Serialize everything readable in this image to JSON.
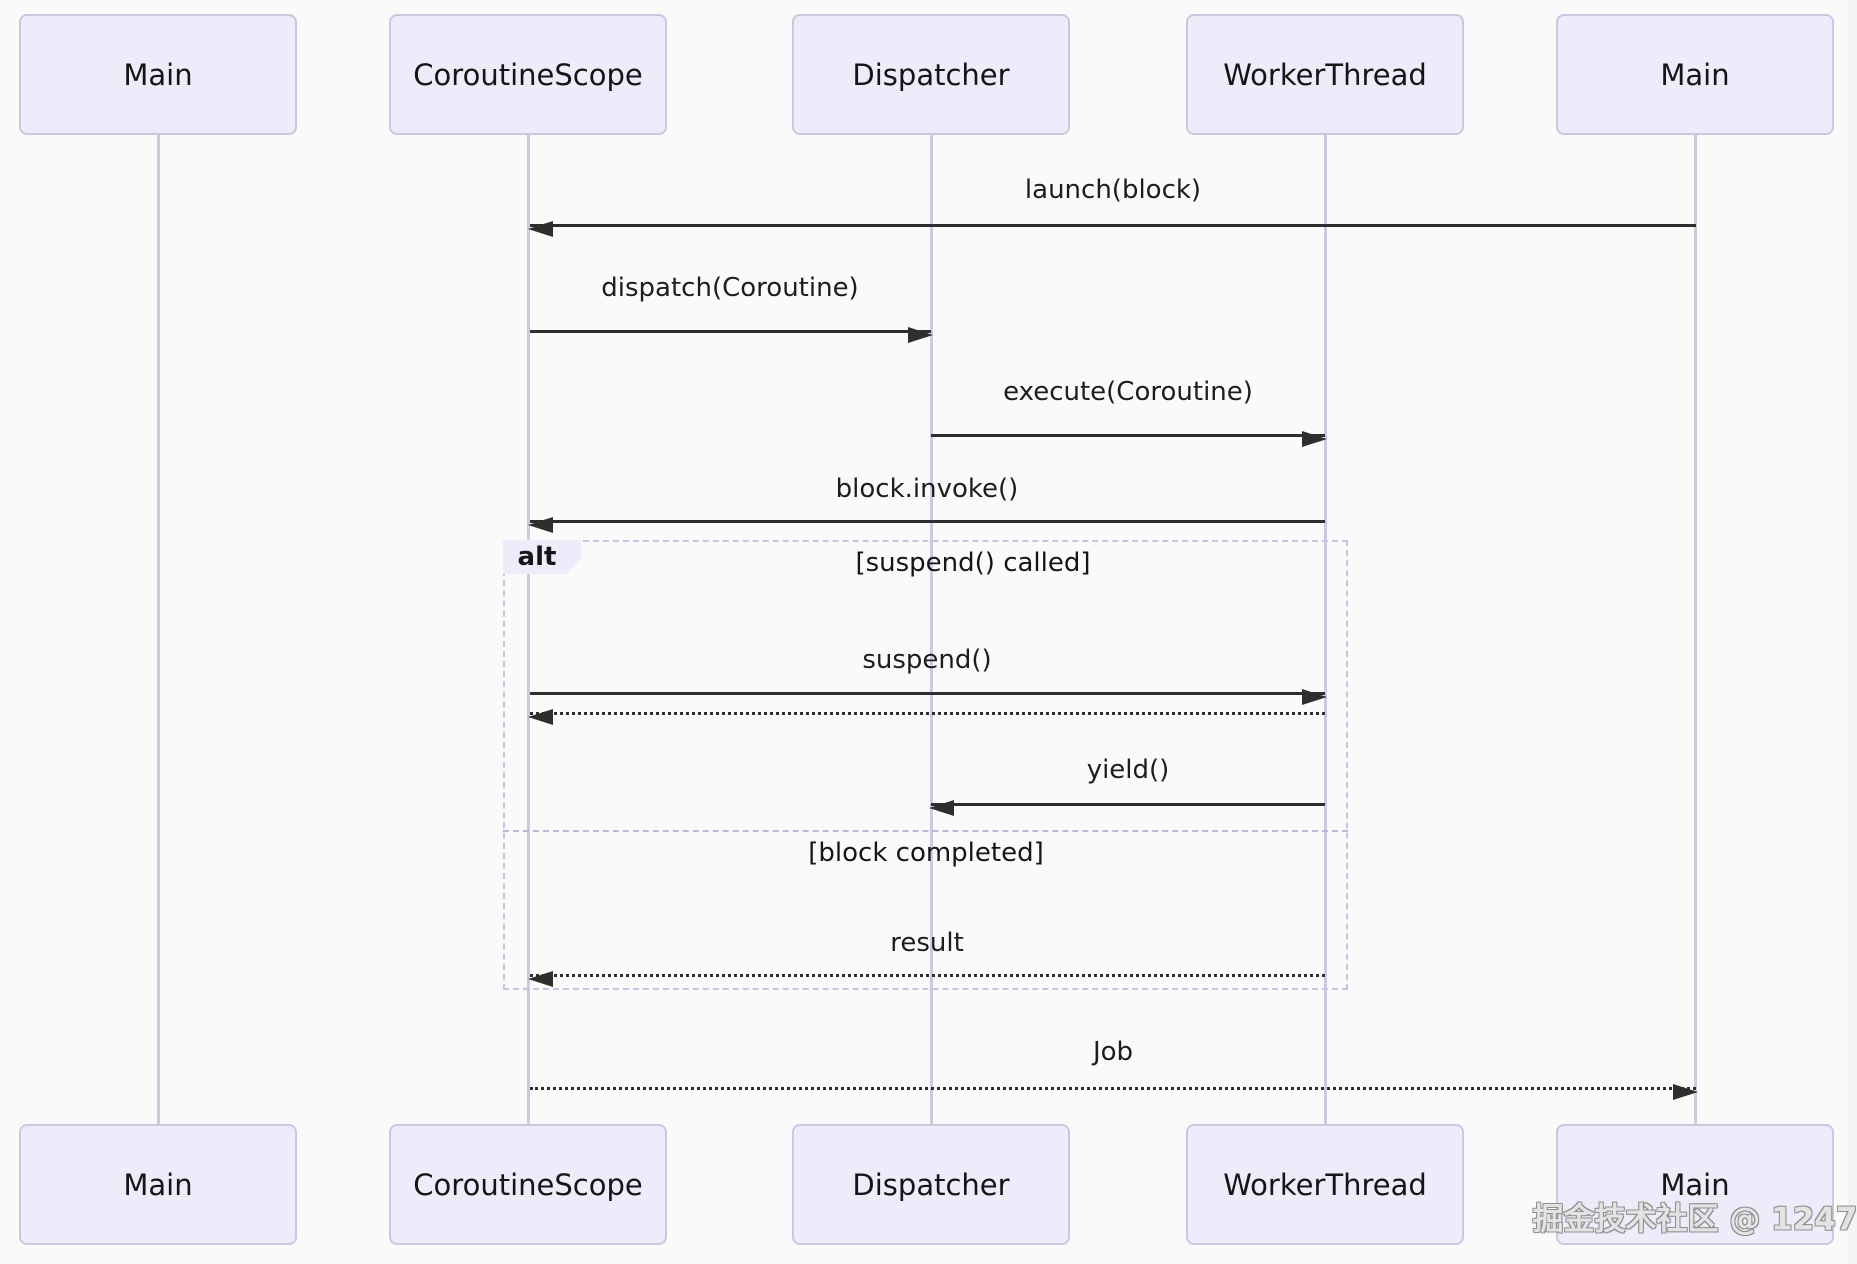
{
  "diagram_type": "sequence-diagram",
  "participants": [
    {
      "id": "main-left",
      "label": "Main"
    },
    {
      "id": "coroutine-scope",
      "label": "CoroutineScope"
    },
    {
      "id": "dispatcher",
      "label": "Dispatcher"
    },
    {
      "id": "worker-thread",
      "label": "WorkerThread"
    },
    {
      "id": "main-right",
      "label": "Main"
    }
  ],
  "messages": [
    {
      "label": "launch(block)",
      "from": "main-right",
      "to": "coroutine-scope",
      "line": "solid"
    },
    {
      "label": "dispatch(Coroutine)",
      "from": "coroutine-scope",
      "to": "dispatcher",
      "line": "solid"
    },
    {
      "label": "execute(Coroutine)",
      "from": "dispatcher",
      "to": "worker-thread",
      "line": "solid"
    },
    {
      "label": "block.invoke()",
      "from": "worker-thread",
      "to": "coroutine-scope",
      "line": "solid"
    },
    {
      "label": "suspend()",
      "from": "coroutine-scope",
      "to": "worker-thread",
      "line": "solid"
    },
    {
      "label": "",
      "from": "worker-thread",
      "to": "coroutine-scope",
      "line": "dotted"
    },
    {
      "label": "yield()",
      "from": "worker-thread",
      "to": "dispatcher",
      "line": "solid"
    },
    {
      "label": "result",
      "from": "worker-thread",
      "to": "coroutine-scope",
      "line": "dotted"
    },
    {
      "label": "Job",
      "from": "coroutine-scope",
      "to": "main-right",
      "line": "dotted"
    }
  ],
  "alt_frame": {
    "label": "alt",
    "conditions": [
      "[suspend() called]",
      "[block completed]"
    ]
  },
  "watermark": "掘金技术社区 @ 1247",
  "colors": {
    "background": "#fbfafa",
    "actor_fill": "#ececfa",
    "actor_border": "#c8c8e0",
    "lifeline": "#cbcbdf",
    "message_line": "#2e2e2e",
    "frame_border": "#c5c5e2",
    "watermark_gray": "#8f8f8f"
  }
}
